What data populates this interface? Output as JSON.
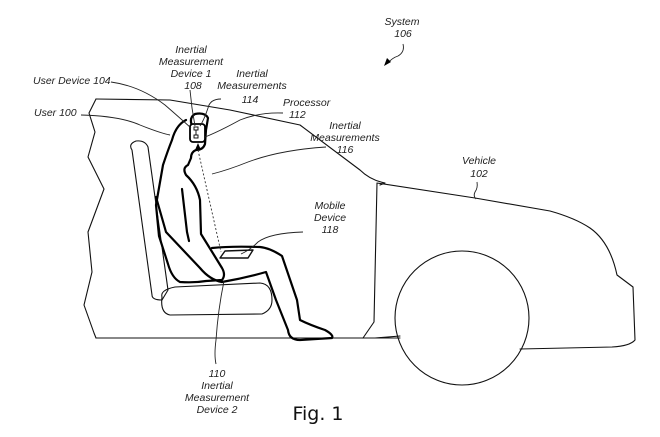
{
  "figure": {
    "caption": "Fig. 1",
    "labels": {
      "system": {
        "name": "System",
        "ref": "106"
      },
      "imd1": {
        "line1": "Inertial",
        "line2": "Measurement",
        "line3": "Device 1",
        "ref": "108"
      },
      "im114": {
        "line1": "Inertial",
        "line2": "Measurements",
        "ref": "114"
      },
      "user_device": {
        "name": "User Device 104"
      },
      "processor": {
        "name": "Processor",
        "ref": "112"
      },
      "user": {
        "name": "User 100"
      },
      "im116": {
        "line1": "Inertial",
        "line2": "Measurements",
        "ref": "116"
      },
      "vehicle": {
        "name": "Vehicle",
        "ref": "102"
      },
      "mobile": {
        "line1": "Mobile",
        "line2": "Device",
        "ref": "118"
      },
      "imd2": {
        "ref": "110",
        "line1": "Inertial",
        "line2": "Measurement",
        "line3": "Device 2"
      }
    }
  }
}
